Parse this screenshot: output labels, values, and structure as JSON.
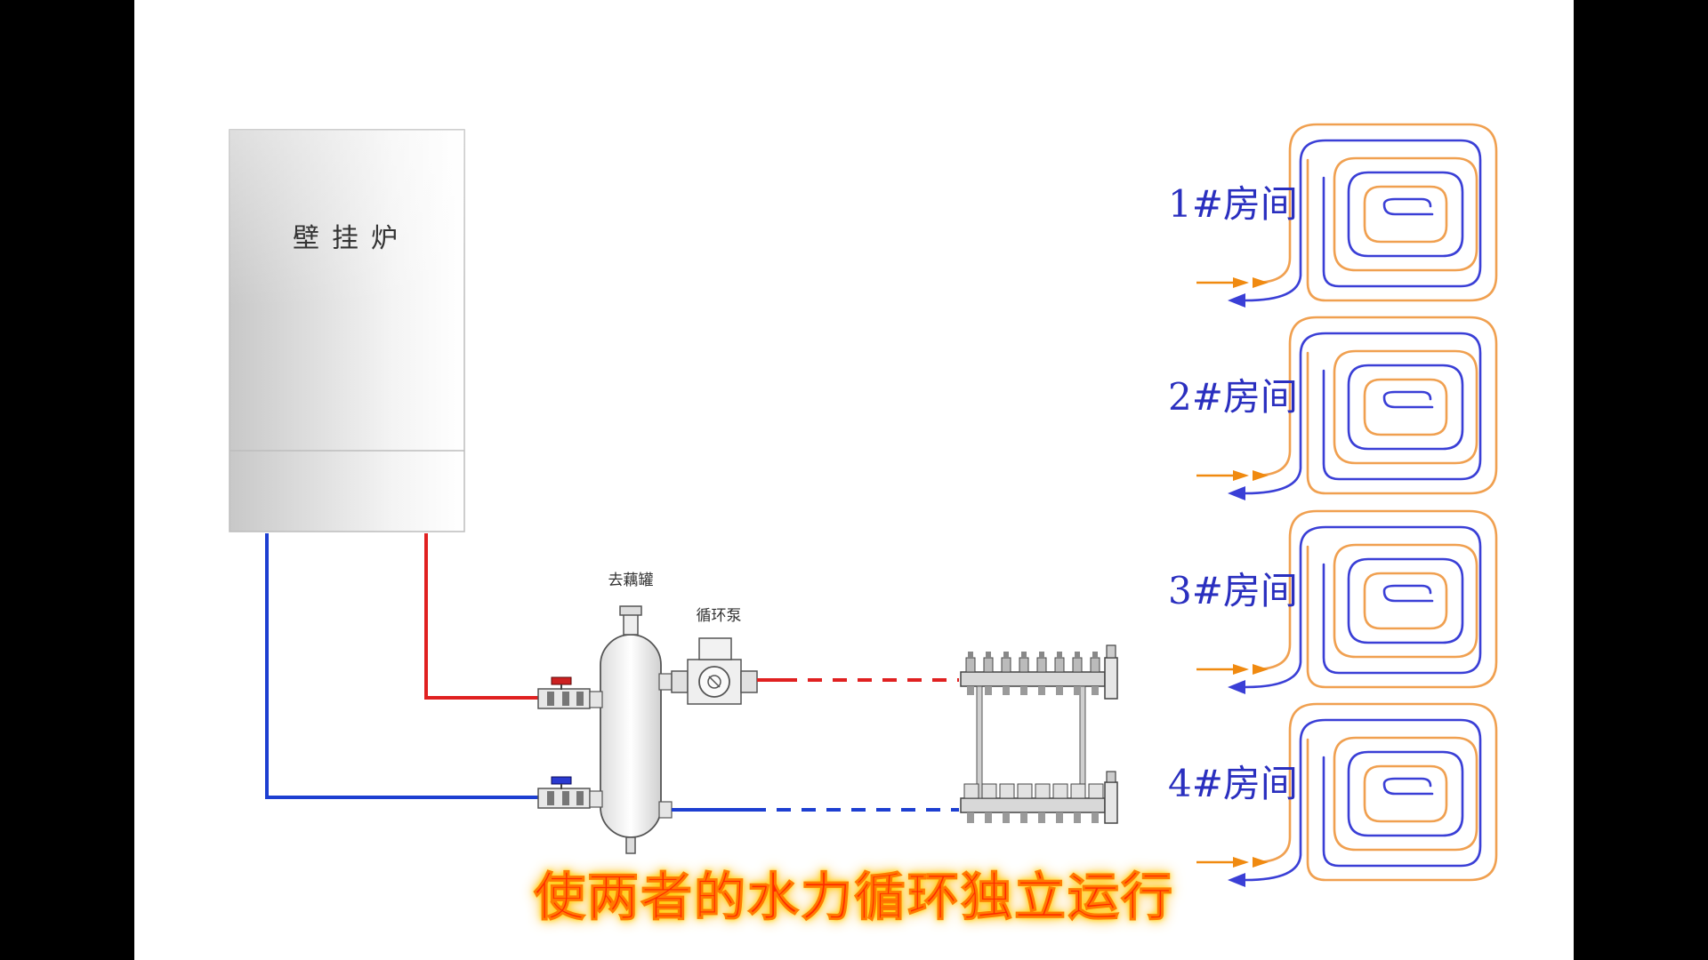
{
  "boiler": {
    "label": "壁挂炉"
  },
  "components": {
    "separator_label": "去藕罐",
    "pump_label": "循环泵"
  },
  "rooms": [
    {
      "label": "1#房间"
    },
    {
      "label": "2#房间"
    },
    {
      "label": "3#房间"
    },
    {
      "label": "4#房间"
    }
  ],
  "subtitle": "使两者的水力循环独立运行",
  "colors": {
    "supply_pipe": "#e02020",
    "return_pipe": "#1d3fd1",
    "coil_warm": "#f0a050",
    "coil_cool": "#3a3fd6",
    "arrow_in": "#f08a10",
    "subtitle_text": "#ff2a00",
    "subtitle_glow": "#ffd200"
  }
}
